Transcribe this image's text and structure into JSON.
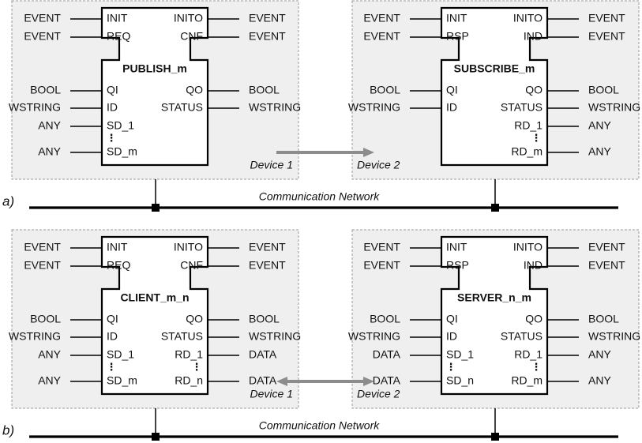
{
  "section_a": {
    "label": "a)",
    "network_label": "Communication Network",
    "device_left": {
      "label": "Device 1",
      "block": {
        "title": "PUBLISH_m",
        "event_inputs": [
          {
            "pin": "INIT",
            "type": "EVENT"
          },
          {
            "pin": "REQ",
            "type": "EVENT"
          }
        ],
        "event_outputs": [
          {
            "pin": "INITO",
            "type": "EVENT"
          },
          {
            "pin": "CNF",
            "type": "EVENT"
          }
        ],
        "data_inputs": [
          {
            "pin": "QI",
            "type": "BOOL"
          },
          {
            "pin": "ID",
            "type": "WSTRING"
          },
          {
            "pin": "SD_1",
            "type": "ANY"
          },
          {
            "pin": "SD_m",
            "type": "ANY"
          }
        ],
        "data_outputs": [
          {
            "pin": "QO",
            "type": "BOOL"
          },
          {
            "pin": "STATUS",
            "type": "WSTRING"
          }
        ]
      }
    },
    "device_right": {
      "label": "Device 2",
      "block": {
        "title": "SUBSCRIBE_m",
        "event_inputs": [
          {
            "pin": "INIT",
            "type": "EVENT"
          },
          {
            "pin": "RSP",
            "type": "EVENT"
          }
        ],
        "event_outputs": [
          {
            "pin": "INITO",
            "type": "EVENT"
          },
          {
            "pin": "IND",
            "type": "EVENT"
          }
        ],
        "data_inputs": [
          {
            "pin": "QI",
            "type": "BOOL"
          },
          {
            "pin": "ID",
            "type": "WSTRING"
          }
        ],
        "data_outputs": [
          {
            "pin": "QO",
            "type": "BOOL"
          },
          {
            "pin": "STATUS",
            "type": "WSTRING"
          },
          {
            "pin": "RD_1",
            "type": "ANY"
          },
          {
            "pin": "RD_m",
            "type": "ANY"
          }
        ]
      }
    }
  },
  "section_b": {
    "label": "b)",
    "network_label": "Communication Network",
    "device_left": {
      "label": "Device 1",
      "block": {
        "title": "CLIENT_m_n",
        "event_inputs": [
          {
            "pin": "INIT",
            "type": "EVENT"
          },
          {
            "pin": "REQ",
            "type": "EVENT"
          }
        ],
        "event_outputs": [
          {
            "pin": "INITO",
            "type": "EVENT"
          },
          {
            "pin": "CNF",
            "type": "EVENT"
          }
        ],
        "data_inputs": [
          {
            "pin": "QI",
            "type": "BOOL"
          },
          {
            "pin": "ID",
            "type": "WSTRING"
          },
          {
            "pin": "SD_1",
            "type": "ANY"
          },
          {
            "pin": "SD_m",
            "type": "ANY"
          }
        ],
        "data_outputs": [
          {
            "pin": "QO",
            "type": "BOOL"
          },
          {
            "pin": "STATUS",
            "type": "WSTRING"
          },
          {
            "pin": "RD_1",
            "type": "DATA"
          },
          {
            "pin": "RD_n",
            "type": "DATA"
          }
        ]
      }
    },
    "device_right": {
      "label": "Device 2",
      "block": {
        "title": "SERVER_n_m",
        "event_inputs": [
          {
            "pin": "INIT",
            "type": "EVENT"
          },
          {
            "pin": "RSP",
            "type": "EVENT"
          }
        ],
        "event_outputs": [
          {
            "pin": "INITO",
            "type": "EVENT"
          },
          {
            "pin": "IND",
            "type": "EVENT"
          }
        ],
        "data_inputs": [
          {
            "pin": "QI",
            "type": "BOOL"
          },
          {
            "pin": "ID",
            "type": "WSTRING"
          },
          {
            "pin": "SD_1",
            "type": "DATA"
          },
          {
            "pin": "SD_n",
            "type": "DATA"
          }
        ],
        "data_outputs": [
          {
            "pin": "QO",
            "type": "BOOL"
          },
          {
            "pin": "STATUS",
            "type": "WSTRING"
          },
          {
            "pin": "RD_1",
            "type": "ANY"
          },
          {
            "pin": "RD_m",
            "type": "ANY"
          }
        ]
      }
    }
  },
  "colors": {
    "device_fill": "#efefef",
    "device_border": "#9a9a9a",
    "line": "#000000",
    "arrow": "#8c8c8c"
  }
}
